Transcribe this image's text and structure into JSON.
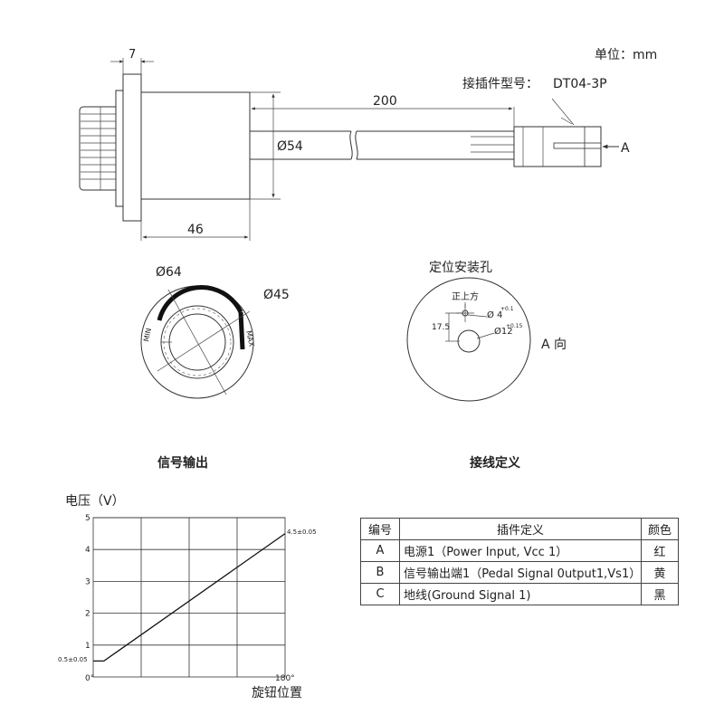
{
  "units_label": "单位：mm",
  "connector": {
    "label": "接插件型号：",
    "model": "DT04-3P",
    "view_marker": "A"
  },
  "dimensions": {
    "flange": "7",
    "cable_length": "200",
    "body_dia": "Ø54",
    "body_len": "46",
    "outer_dia": "Ø64",
    "knob_dia": "Ø45"
  },
  "dial": {
    "min": "MIN",
    "max": "MAX"
  },
  "mounting": {
    "title": "定位安装孔",
    "up_label": "正上方",
    "hole_small": "Ø 4",
    "hole_small_tol": "+0.1",
    "hole_large": "Ø12",
    "hole_large_tol": "+0.15",
    "offset": "17.5",
    "view_label": "A 向"
  },
  "section_titles": {
    "signal": "信号输出",
    "wiring": "接线定义"
  },
  "chart_data": {
    "type": "line",
    "ylabel": "电压（V）",
    "xlabel": "旋钮位置",
    "ylim": [
      0,
      5
    ],
    "yticks": [
      "1",
      "2",
      "3",
      "4",
      "5"
    ],
    "x_start_label": "0°",
    "x_end_label": "180°",
    "start_label": "0.5±0.05",
    "end_label": "4.5±0.05",
    "grid": true,
    "series": [
      {
        "x": [
          0,
          10,
          180
        ],
        "y": [
          0.5,
          0.5,
          4.5
        ]
      }
    ]
  },
  "wiring_table": {
    "headers": [
      "编号",
      "插件定义",
      "颜色"
    ],
    "rows": [
      {
        "id": "A",
        "def": "电源1（Power Input, Vcc 1）",
        "color": "红"
      },
      {
        "id": "B",
        "def": "信号输出端1（Pedal Signal 0utput1,Vs1）",
        "color": "黄"
      },
      {
        "id": "C",
        "def": "地线(Ground Signal 1)",
        "color": "黑"
      }
    ]
  }
}
